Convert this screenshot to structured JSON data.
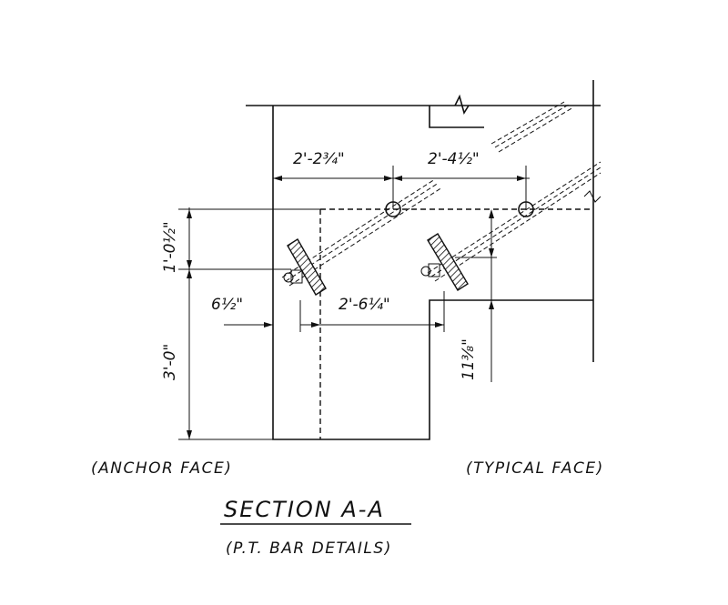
{
  "drawing": {
    "dims": {
      "top_left": "2'-2¾\"",
      "top_right": "2'-4½\"",
      "left_upper": "1'-0½\"",
      "left_lower": "3'-0\"",
      "small_left": "6½\"",
      "middle": "2'-6¼\"",
      "right_vertical": "11⅜\""
    },
    "labels": {
      "anchor_face": "(ANCHOR FACE)",
      "typical_face": "(TYPICAL FACE)",
      "title": "SECTION A-A",
      "subtitle": "(P.T. BAR DETAILS)"
    }
  }
}
